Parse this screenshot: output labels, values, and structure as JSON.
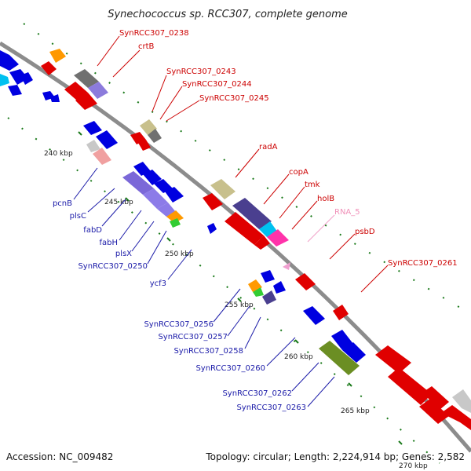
{
  "title": "Synechococcus sp. RCC307, complete genome",
  "accession": "Accession: NC_009482",
  "topology": "Topology: circular; Length: 2,224,914 bp; Genes: 2,582",
  "colors": {
    "backbone": "#8a8a8a",
    "red_label": "#cc0000",
    "blue_label": "#1a1aa8",
    "pink_label": "#f090b8",
    "tick_green": "#1a7a1a"
  },
  "kbp_marks": [
    "240 kbp",
    "245 kbp",
    "250 kbp",
    "255 kbp",
    "260 kbp",
    "265 kbp",
    "270 kbp"
  ],
  "labels_top": [
    "SynRCC307_0238",
    "crtB",
    "SynRCC307_0243",
    "SynRCC307_0244",
    "SynRCC307_0245",
    "radA",
    "copA",
    "tmk",
    "holB",
    "RNA_5",
    "psbD",
    "SynRCC307_0261"
  ],
  "labels_bottom": [
    "pcnB",
    "plsC",
    "fabD",
    "fabH",
    "plsX",
    "SynRCC307_0250",
    "ycf3",
    "SynRCC307_0256",
    "SynRCC307_0257",
    "SynRCC307_0258",
    "SynRCC307_0260",
    "SynRCC307_0262",
    "SynRCC307_0263"
  ]
}
